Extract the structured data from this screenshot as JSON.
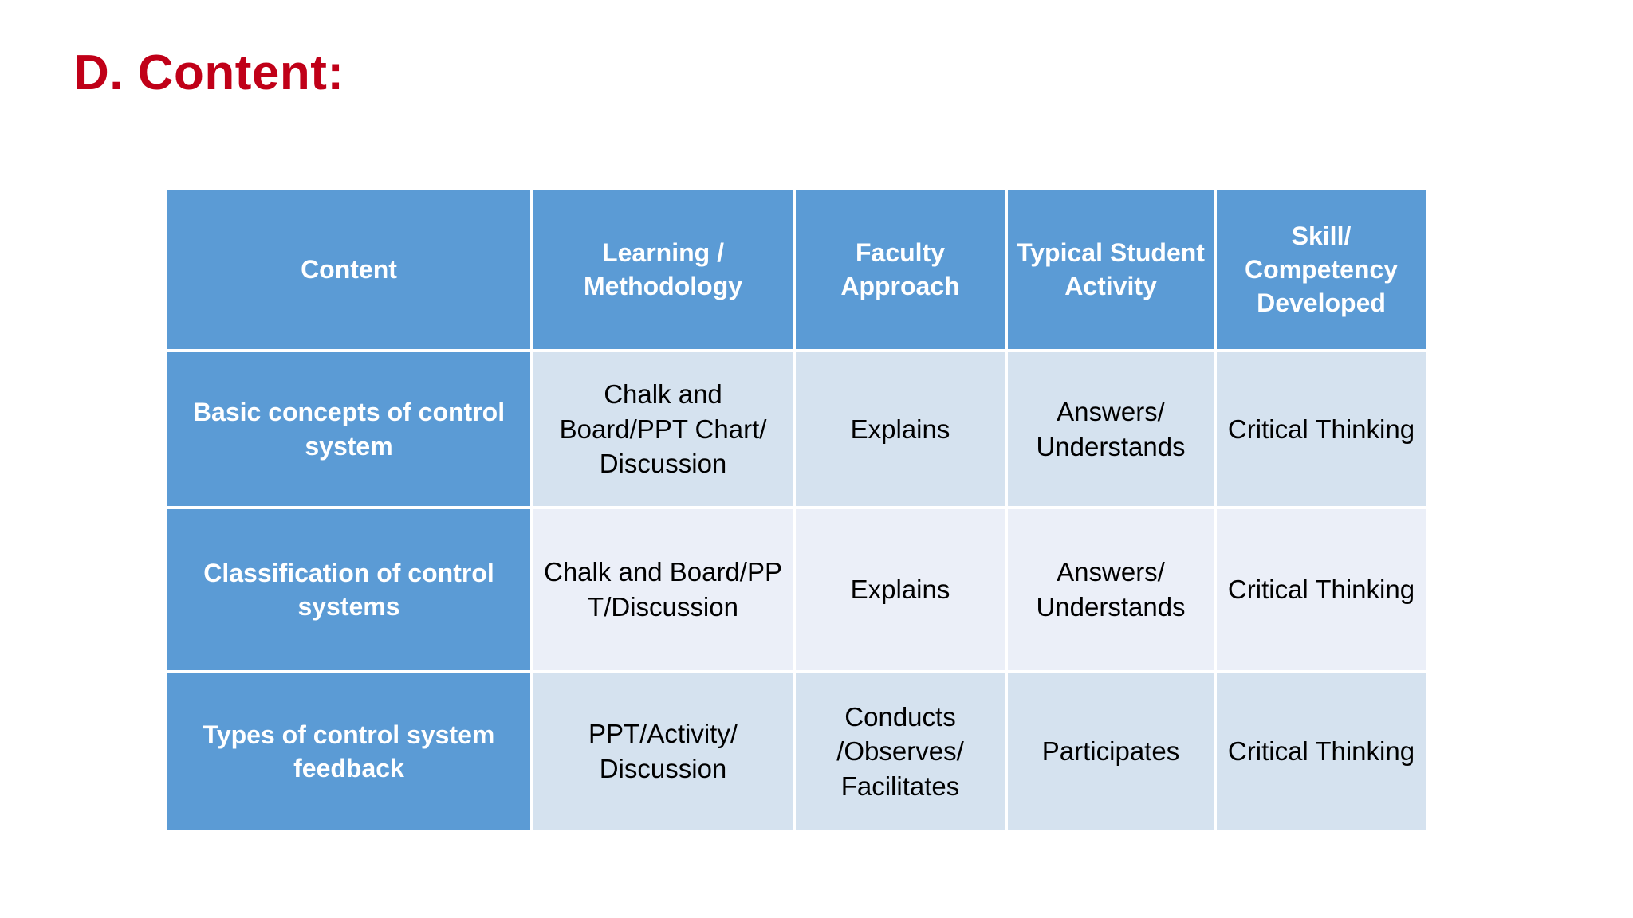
{
  "slide": {
    "title": "D. Content:",
    "title_color": "#C00018",
    "background_color": "#FFFFFF"
  },
  "table": {
    "header_fill": "#5B9BD5",
    "header_text_color": "#FFFFFF",
    "first_column_fill": "#5B9BD5",
    "row_fill_odd": "#D5E2EF",
    "row_fill_even": "#EBEFF8",
    "body_text_color": "#000000",
    "gridline_color": "#FFFFFF",
    "columns": [
      "Content",
      "Learning / Methodology",
      "Faculty Approach",
      "Typical Student Activity",
      "Skill/ Competency Developed"
    ],
    "rows": [
      {
        "content": "Basic concepts of control system",
        "methodology": "Chalk and Board/PPT Chart/ Discussion",
        "faculty_approach": "Explains",
        "student_activity": "Answers/ Understands",
        "skill": "Critical Thinking"
      },
      {
        "content": "Classification of control systems",
        "methodology": "Chalk and Board/PPT/Discussion",
        "faculty_approach": "Explains",
        "student_activity": "Answers/ Understands",
        "skill": "Critical Thinking"
      },
      {
        "content": "Types of control system feedback",
        "methodology": "PPT/Activity/ Discussion",
        "faculty_approach": "Conducts /Observes/ Facilitates",
        "student_activity": "Participates",
        "skill": "Critical Thinking"
      }
    ]
  }
}
